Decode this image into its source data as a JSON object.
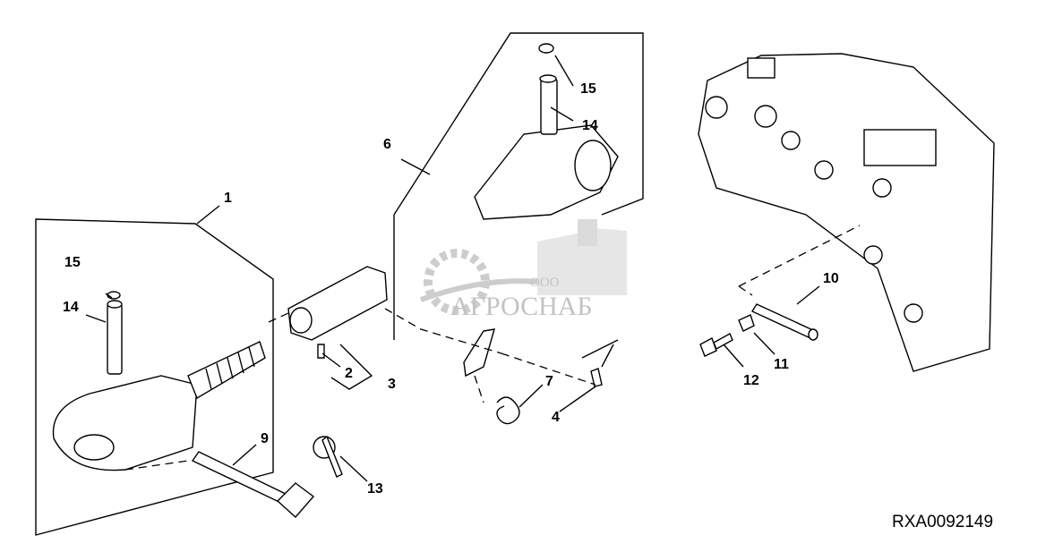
{
  "diagram": {
    "callouts": [
      "1",
      "15",
      "14",
      "2",
      "3",
      "6",
      "15",
      "14",
      "7",
      "4",
      "9",
      "13",
      "10",
      "11",
      "12"
    ],
    "figure_code": "RXA0092149"
  },
  "watermark": {
    "company_prefix": "ООО",
    "company_name": "АГРОСНАБ"
  }
}
